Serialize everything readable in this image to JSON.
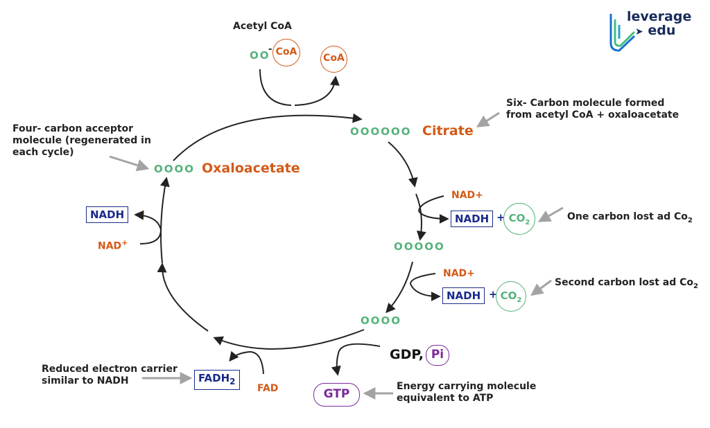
{
  "logo": {
    "line1": "leverage",
    "line2": "edu"
  },
  "acetyl_coa": {
    "label": "Acetyl CoA",
    "carbons": "OO",
    "coa": "CoA",
    "released_coa": "CoA"
  },
  "intermediates": {
    "citrate": {
      "name": "Citrate",
      "carbons": "OOOOOO"
    },
    "five_carbon": {
      "carbons": "OOOOO"
    },
    "four_carbon": {
      "carbons": "OOOO"
    },
    "oxaloacetate": {
      "name": "Oxaloacetate",
      "carbons": "OOOO"
    }
  },
  "step1": {
    "nad": "NAD+",
    "nadh": "NADH",
    "plus": "+",
    "co2": "CO",
    "co2_sub": "2"
  },
  "step2": {
    "nad": "NAD+",
    "nadh": "NADH",
    "plus": "+",
    "co2": "CO",
    "co2_sub": "2"
  },
  "gtp_step": {
    "gdp": "GDP,",
    "pi": "Pi",
    "gtp": "GTP"
  },
  "fad_step": {
    "fad": "FAD",
    "fadh": "FADH",
    "fadh_sub": "2"
  },
  "left_step": {
    "nad": "NAD",
    "nad_sup": "+",
    "nadh": "NADH"
  },
  "annotations": {
    "six_carbon": "Six- Carbon molecule formed\nfrom acetyl CoA + oxaloacetate",
    "four_carbon": "Four- carbon acceptor\nmolecule (regenerated in\neach cycle)",
    "one_carbon_text": "One carbon lost ad Co",
    "one_carbon_sub": "2",
    "second_carbon_text": "Second carbon lost ad Co",
    "second_carbon_sub": "2",
    "reduced_carrier": "Reduced electron carrier\nsimilar to NADH",
    "energy_molecule": "Energy carrying molecule\nequivalent to ATP"
  },
  "colors": {
    "orange": "#d35a17",
    "green": "#55b27b",
    "navy": "#1a2a8a",
    "purple": "#7b2a9a",
    "grey_arrow": "#a3a3a3",
    "ink": "#222222"
  }
}
